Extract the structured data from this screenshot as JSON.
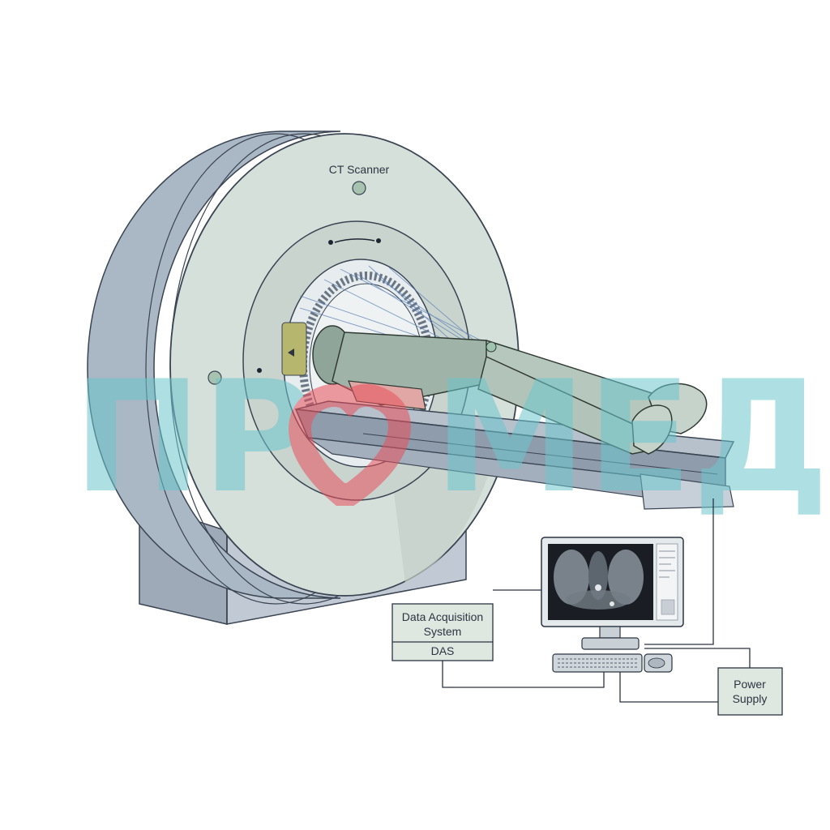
{
  "labels": {
    "scanner": "CT Scanner",
    "das_line1": "Data Acquisition",
    "das_line2": "System",
    "das_abbr": "DAS",
    "power_line1": "Power",
    "power_line2": "Supply"
  },
  "watermark": {
    "left": "ПР",
    "right": "МЕД"
  },
  "colors": {
    "housing": "#d6e0da",
    "housing_side": "#a9b6c3",
    "base": "#b9c3cf",
    "outline": "#3a4452",
    "watermark": "#8fd3d8",
    "heart": "#e8505b",
    "box_fill": "#dfe7e1"
  }
}
